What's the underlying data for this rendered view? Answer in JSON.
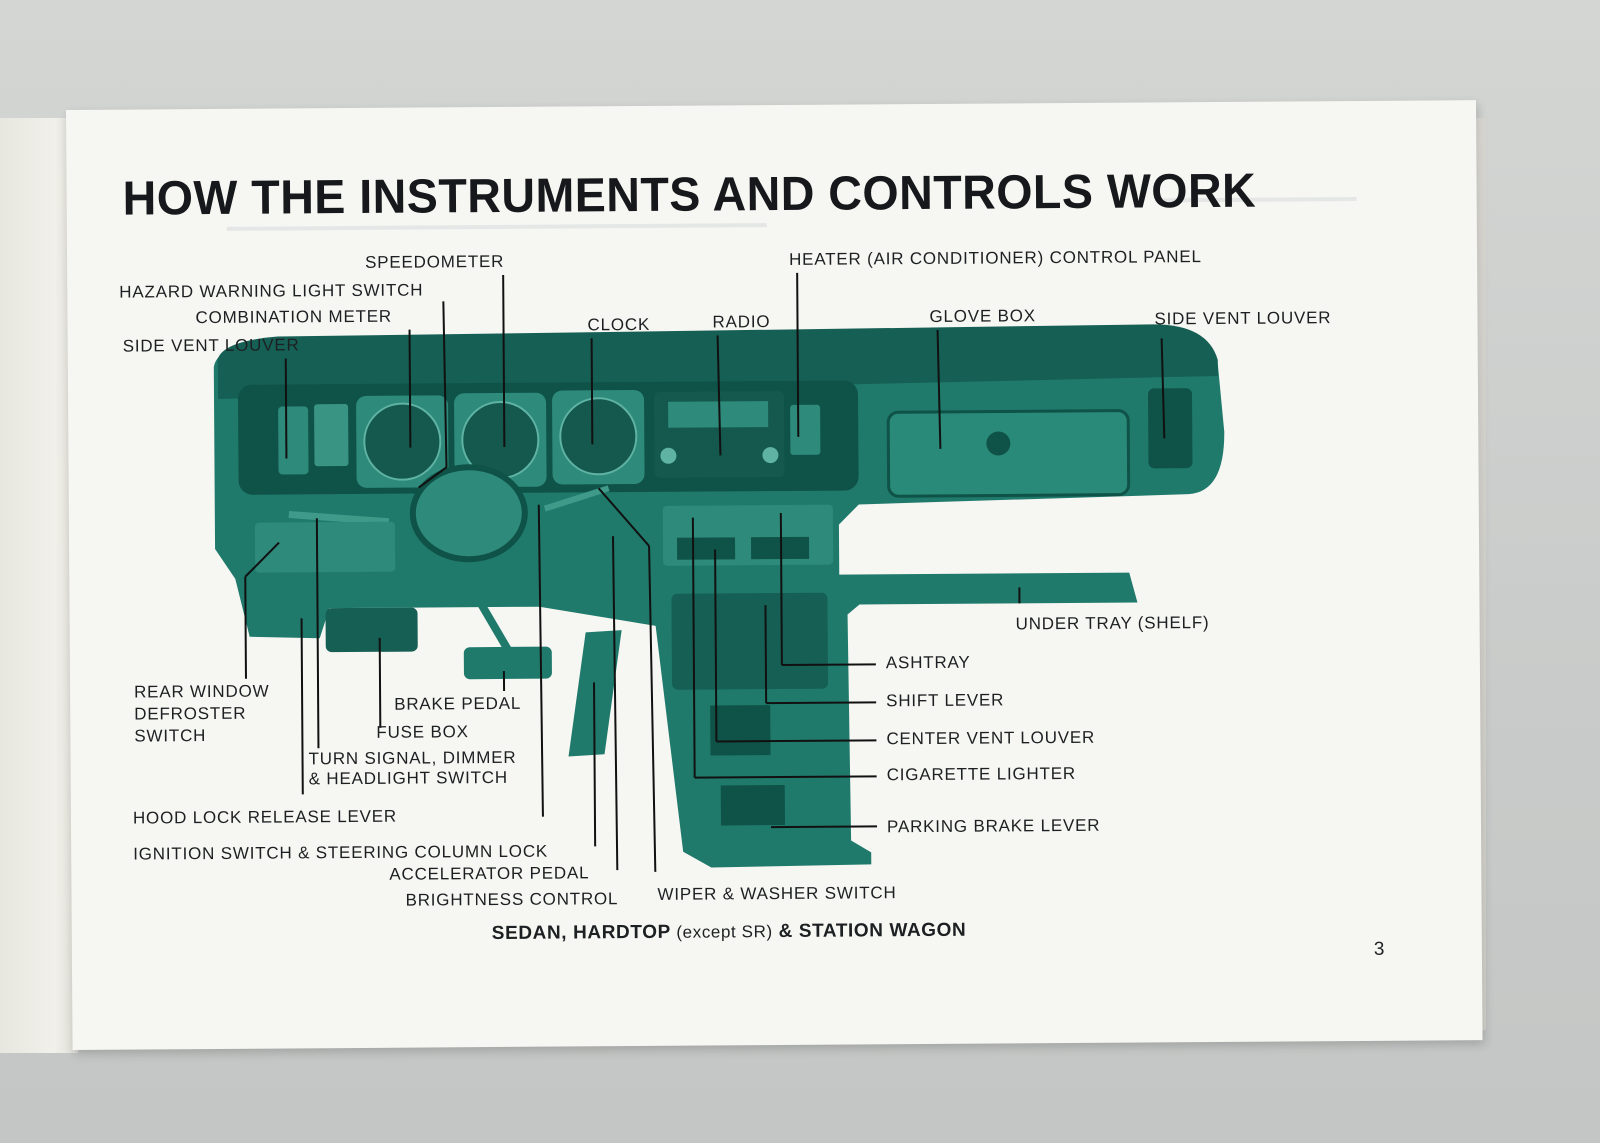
{
  "page": {
    "title": "HOW THE INSTRUMENTS AND CONTROLS WORK",
    "caption_prefix": "SEDAN, HARDTOP ",
    "caption_paren": "(except SR)",
    "caption_suffix": " & STATION WAGON",
    "page_number": "3"
  },
  "labels": {
    "speedometer": "SPEEDOMETER",
    "heater_control_panel": "HEATER (AIR CONDITIONER) CONTROL PANEL",
    "hazard_switch": "HAZARD WARNING LIGHT SWITCH",
    "combination_meter": "COMBINATION METER",
    "clock": "CLOCK",
    "radio": "RADIO",
    "glove_box": "GLOVE BOX",
    "side_vent_louver_left": "SIDE VENT LOUVER",
    "side_vent_louver_right": "SIDE VENT LOUVER",
    "under_tray": "UNDER TRAY (SHELF)",
    "ashtray": "ASHTRAY",
    "shift_lever": "SHIFT LEVER",
    "center_vent_louver": "CENTER VENT LOUVER",
    "cigarette_lighter": "CIGARETTE LIGHTER",
    "parking_brake_lever": "PARKING BRAKE LEVER",
    "rear_window_defroster_1": "REAR WINDOW",
    "rear_window_defroster_2": "DEFROSTER",
    "rear_window_defroster_3": "SWITCH",
    "brake_pedal": "BRAKE PEDAL",
    "fuse_box": "FUSE BOX",
    "turn_signal_1": "TURN SIGNAL, DIMMER",
    "turn_signal_2": "& HEADLIGHT SWITCH",
    "hood_lock": "HOOD LOCK RELEASE LEVER",
    "ignition_switch": "IGNITION SWITCH & STEERING COLUMN LOCK",
    "accelerator_pedal": "ACCELERATOR PEDAL",
    "brightness_control": "BRIGHTNESS CONTROL",
    "wiper_switch": "WIPER & WASHER SWITCH"
  },
  "colors": {
    "dashboard_teal": "#1f7a6c",
    "dashboard_dark": "#0f5247",
    "paper": "#f6f6f2",
    "ink": "#1d2022"
  }
}
